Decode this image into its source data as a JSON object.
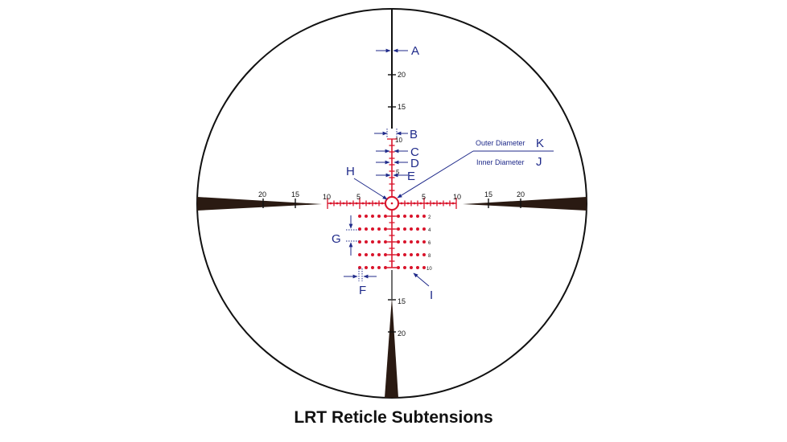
{
  "title": "LRT Reticle Subtensions",
  "colors": {
    "reticle_red": "#d9142b",
    "annotation_blue": "#1f2a8a",
    "post_dark": "#2a1a12",
    "outline": "#111111"
  },
  "labels": {
    "A": "A",
    "B": "B",
    "C": "C",
    "D": "D",
    "E": "E",
    "F": "F",
    "G": "G",
    "H": "H",
    "I": "I",
    "J": "J",
    "K": "K"
  },
  "diameter_labels": {
    "outer": "Outer Diameter",
    "inner": "Inner Diameter"
  },
  "black_scale": {
    "top": [
      "20",
      "15"
    ],
    "left": [
      "20",
      "15"
    ],
    "right": [
      "15",
      "20"
    ],
    "bottom": [
      "15",
      "20"
    ]
  },
  "red_scale": {
    "vertical_upper": [
      "10",
      "5"
    ],
    "horizontal_left": [
      "10",
      "5"
    ],
    "horizontal_right": [
      "5",
      "10"
    ],
    "grid_rows": [
      "2",
      "4",
      "6",
      "8",
      "10"
    ]
  }
}
